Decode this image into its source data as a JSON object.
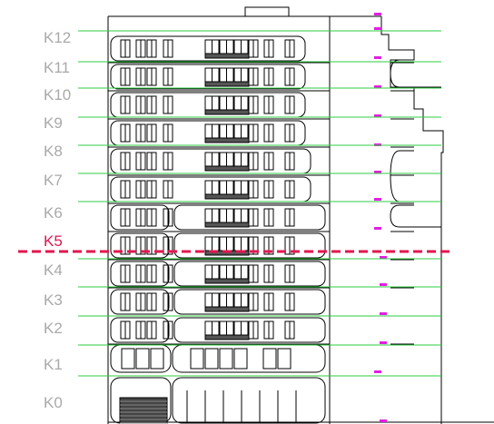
{
  "levels": [
    {
      "label": "K12",
      "active": false
    },
    {
      "label": "K11",
      "active": false
    },
    {
      "label": "K10",
      "active": false
    },
    {
      "label": "K9",
      "active": false
    },
    {
      "label": "K8",
      "active": false
    },
    {
      "label": "K7",
      "active": false
    },
    {
      "label": "K6",
      "active": false
    },
    {
      "label": "K5",
      "active": true
    },
    {
      "label": "K4",
      "active": false
    },
    {
      "label": "K3",
      "active": false
    },
    {
      "label": "K2",
      "active": false
    },
    {
      "label": "K1",
      "active": false
    },
    {
      "label": "K0",
      "active": false
    }
  ],
  "colors": {
    "level_line": "#2ecc40",
    "active_line": "#e0174f",
    "level_text": "#a9a9a9",
    "active_text": "#e0174f",
    "drawing": "#000000",
    "marker": "#e020e0",
    "brown": "#8b5a2b"
  }
}
